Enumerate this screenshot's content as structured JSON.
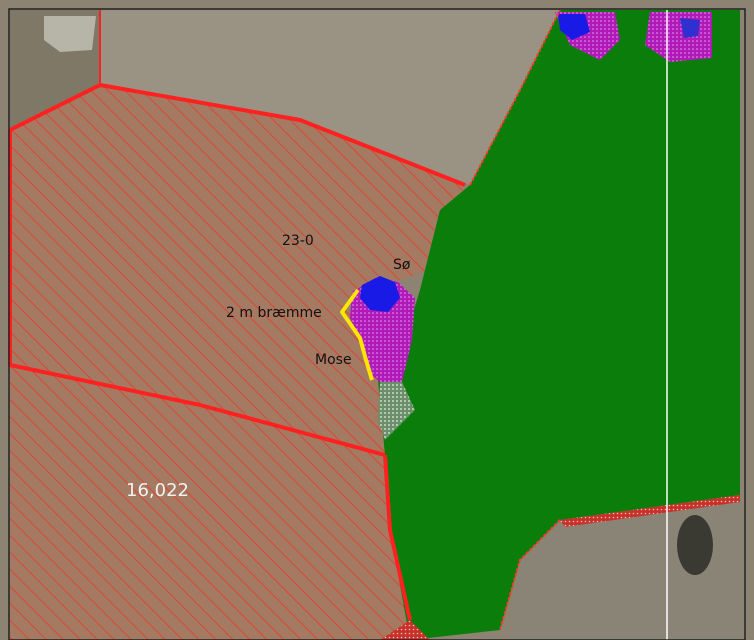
{
  "map": {
    "labels": {
      "parcel_id": "23-0",
      "lake": "Sø",
      "buffer_strip": "2 m bræmme",
      "bog": "Mose",
      "area_value": "16,022"
    },
    "colors": {
      "parcel_border": "#ff2020",
      "parcel_hatch": "#e83a2a",
      "forest": "#0b7d0b",
      "lake": "#1a1ae6",
      "bog": "#c020c8",
      "buffer_line": "#ffe600",
      "heath": "#9fbf9a",
      "grid_line": "#ffffff",
      "farmland": "#8f8576"
    }
  }
}
